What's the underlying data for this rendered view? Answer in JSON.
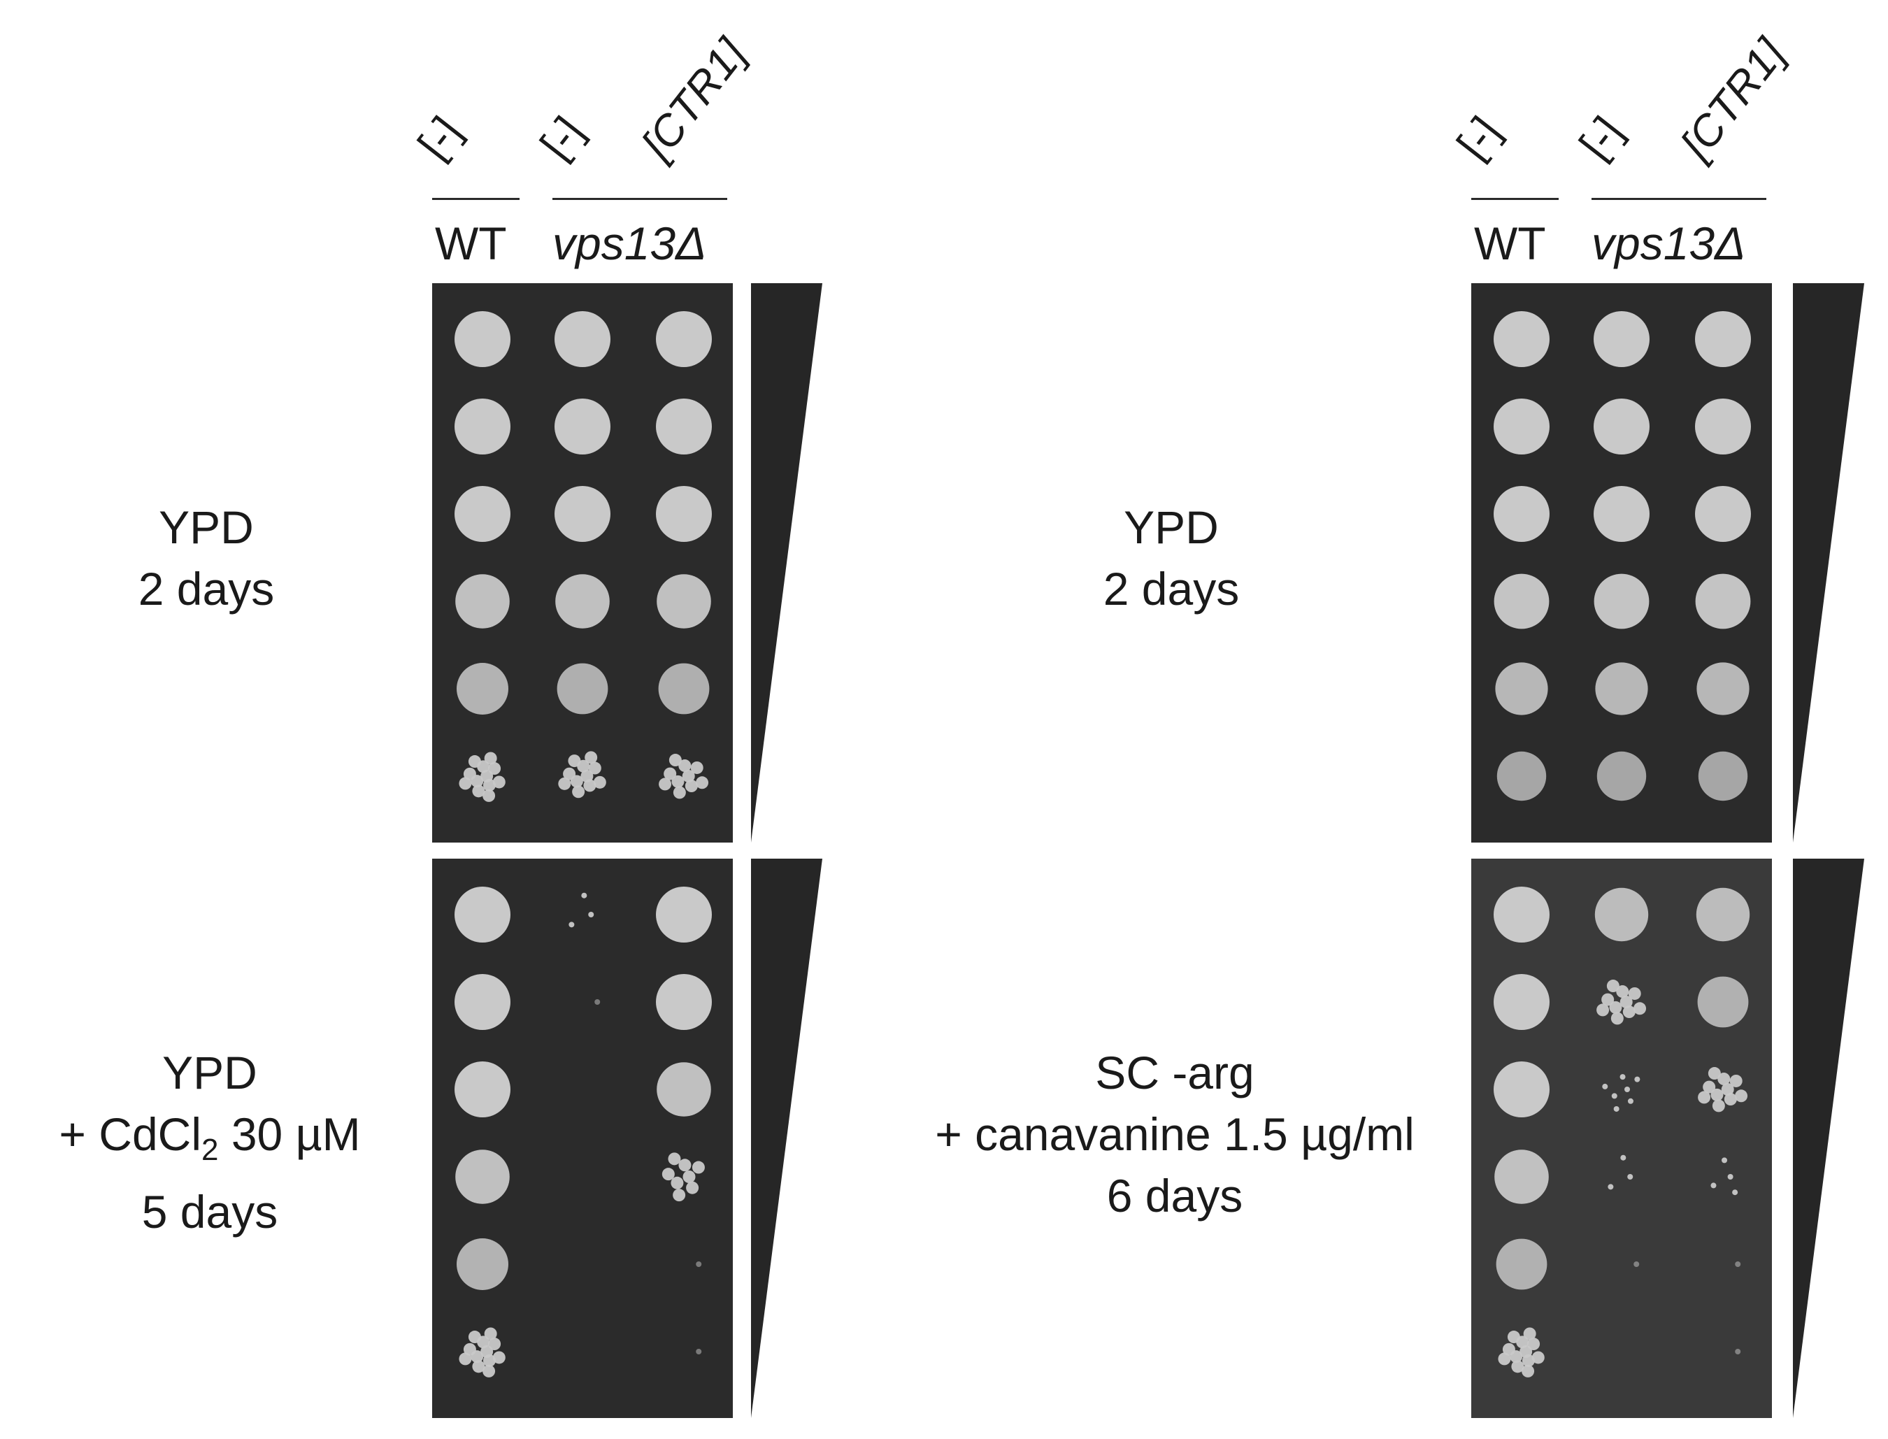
{
  "panel_left": {
    "header": {
      "wt_plasmid": "[-]",
      "mut_plasmid_1": "[-]",
      "mut_plasmid_2": "[CTR1]",
      "wt_label": "WT",
      "mut_label": "vps13Δ"
    },
    "top_condition": {
      "line1": "YPD",
      "line2": "2 days"
    },
    "bottom_condition": {
      "line1": "YPD",
      "line2a": "+ CdCl",
      "line2sub": "2",
      "line2b": " 30 µM",
      "line3": "5 days"
    }
  },
  "panel_right": {
    "header": {
      "wt_plasmid": "[-]",
      "mut_plasmid_1": "[-]",
      "mut_plasmid_2": "[CTR1]",
      "wt_label": "WT",
      "mut_label": "vps13Δ"
    },
    "top_condition": {
      "line1": "YPD",
      "line2": "2 days"
    },
    "bottom_condition": {
      "line1": "SC -arg",
      "line2": "+ canavanine 1.5 µg/ml",
      "line3": "6 days"
    }
  },
  "colors": {
    "plate_dark": "#2b2b2b",
    "plate_gray": "#3a3a3a",
    "colony": "#c9c9c9",
    "wedge": "#262626"
  },
  "growth_levels": {
    "left_top": [
      [
        1,
        1,
        1
      ],
      [
        1,
        1,
        1
      ],
      [
        1,
        1,
        1
      ],
      [
        0.9,
        0.9,
        0.9
      ],
      [
        0.75,
        0.7,
        0.7
      ],
      [
        0.55,
        0.5,
        0.45
      ]
    ],
    "left_bottom": [
      [
        1,
        0.12,
        1
      ],
      [
        1,
        0.04,
        1
      ],
      [
        1,
        0,
        0.9
      ],
      [
        0.9,
        0,
        0.35
      ],
      [
        0.75,
        0,
        0.05
      ],
      [
        0.55,
        0,
        0.04
      ]
    ],
    "right_top": [
      [
        1,
        1,
        1
      ],
      [
        1,
        1,
        1
      ],
      [
        1,
        1,
        1
      ],
      [
        0.95,
        0.95,
        0.95
      ],
      [
        0.8,
        0.8,
        0.8
      ],
      [
        0.6,
        0.6,
        0.6
      ]
    ],
    "right_bottom": [
      [
        1,
        0.85,
        0.85
      ],
      [
        1,
        0.45,
        0.7
      ],
      [
        1,
        0.3,
        0.45
      ],
      [
        0.9,
        0.12,
        0.2
      ],
      [
        0.7,
        0.03,
        0.05
      ],
      [
        0.55,
        0,
        0.04
      ]
    ]
  }
}
